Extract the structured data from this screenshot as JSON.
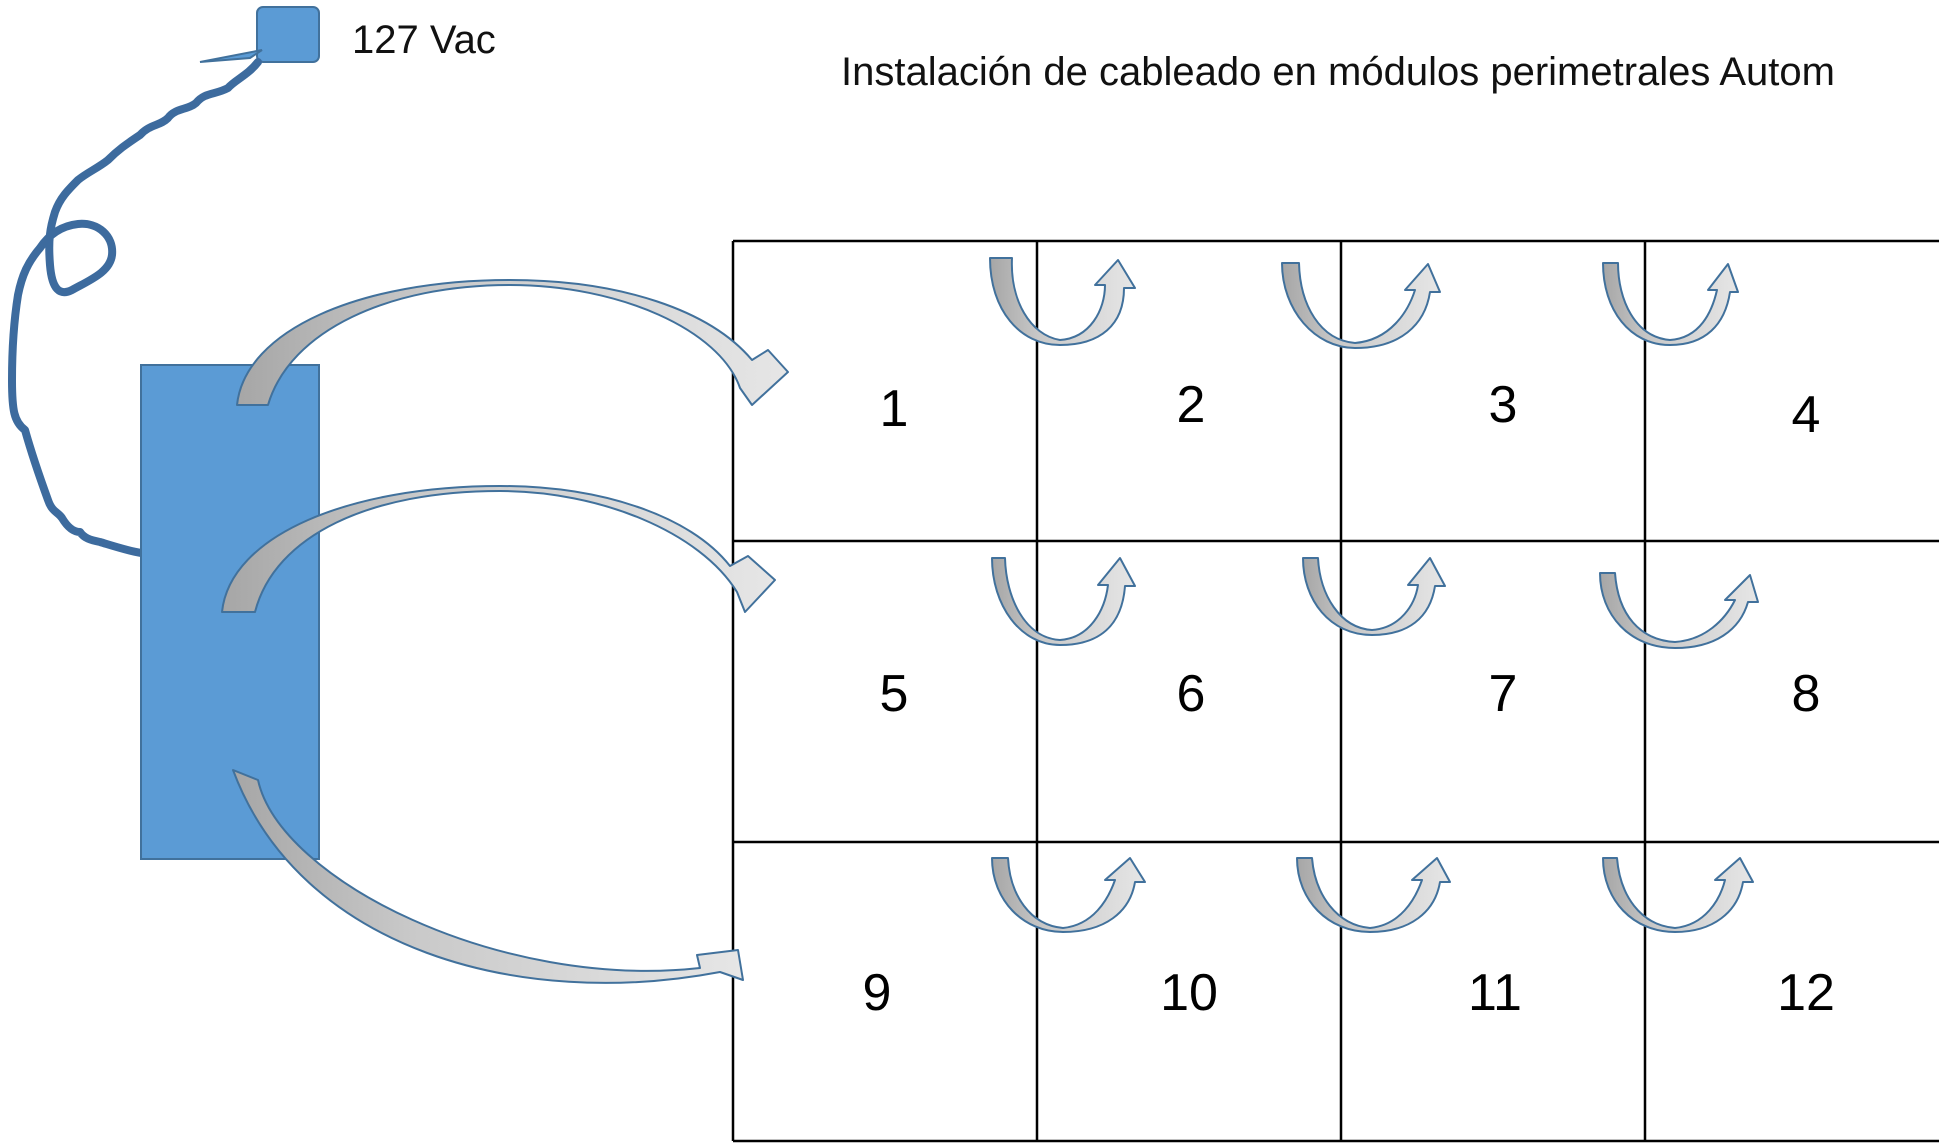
{
  "title": "Instalación de cableado en módulos perimetrales Autom",
  "power_source": {
    "label": "127 Vac"
  },
  "modules": [
    {
      "number": "1"
    },
    {
      "number": "2"
    },
    {
      "number": "3"
    },
    {
      "number": "4"
    },
    {
      "number": "5"
    },
    {
      "number": "6"
    },
    {
      "number": "7"
    },
    {
      "number": "8"
    },
    {
      "number": "9"
    },
    {
      "number": "10"
    },
    {
      "number": "11"
    },
    {
      "number": "12"
    }
  ],
  "colors": {
    "device_fill": "#5b9bd5",
    "device_stroke": "#41719c",
    "cable": "#3d6b9e",
    "arrow_light": "#dcdcdc",
    "arrow_dark": "#a6a6a6",
    "arrow_outline": "#41719c",
    "grid_line": "#000000"
  }
}
